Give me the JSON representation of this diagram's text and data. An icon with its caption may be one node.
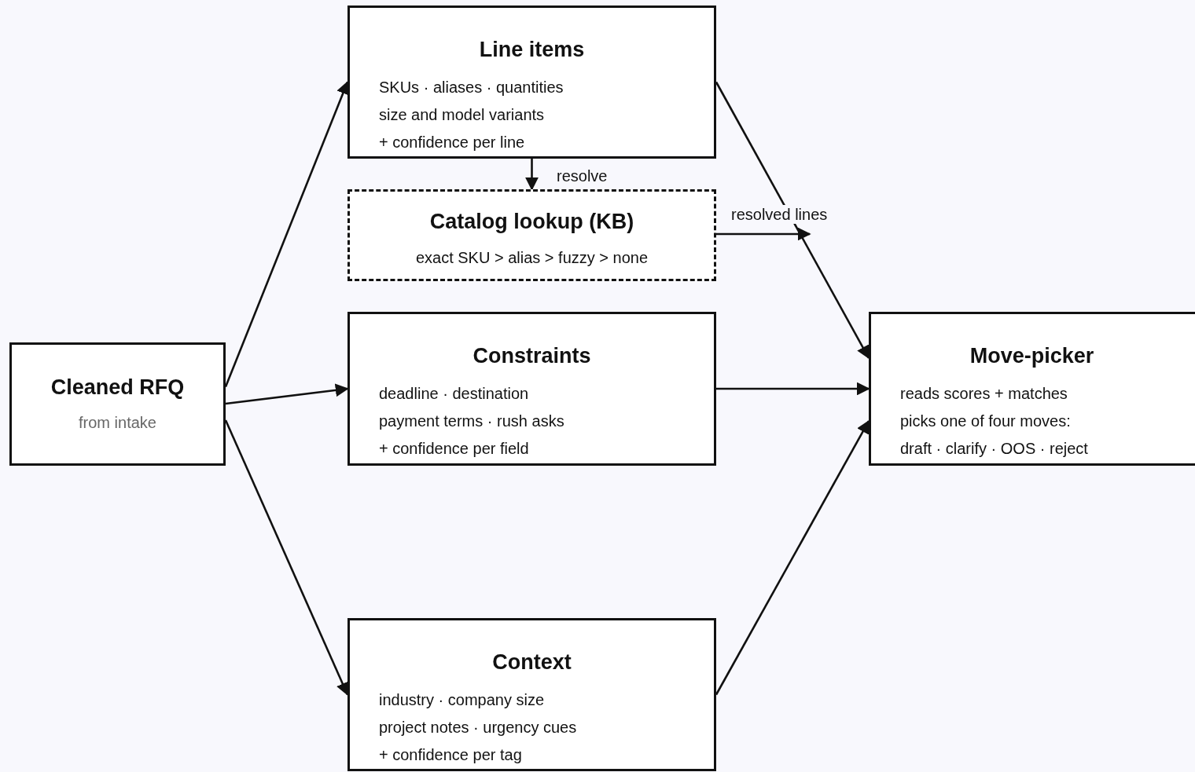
{
  "diagram": {
    "nodes": [
      {
        "text": [
          "Cleaned RFQ",
          "from intake"
        ]
      },
      {
        "text": [
          "Line items",
          "SKUs · aliases · quantities",
          "size and model variants",
          "+ confidence per line"
        ]
      },
      {
        "text": [
          "Catalog lookup (KB)",
          "exact SKU > alias > fuzzy > none"
        ]
      },
      {
        "text": [
          "Constraints",
          "deadline · destination",
          "payment terms · rush asks",
          "+ confidence per field"
        ]
      },
      {
        "text": [
          "Context",
          "industry · company size",
          "project notes · urgency cues",
          "+ confidence per tag"
        ]
      },
      {
        "text": [
          "Move-picker",
          "reads scores + matches",
          "picks one of four moves:",
          "draft · clarify · OOS · reject"
        ]
      }
    ],
    "edges": [
      {
        "from": 0,
        "to": 1,
        "arrow": "to"
      },
      {
        "from": 0,
        "to": 3,
        "arrow": "to"
      },
      {
        "from": 0,
        "to": 4,
        "arrow": "to"
      },
      {
        "from": 1,
        "to": 2,
        "arrow": "to",
        "label": "resolve"
      },
      {
        "from": 2,
        "to": null,
        "arrow": "to",
        "label": "resolved lines"
      },
      {
        "from": 1,
        "to": 5,
        "arrow": "to"
      },
      {
        "from": 3,
        "to": 5,
        "arrow": "to"
      },
      {
        "from": 4,
        "to": 5,
        "arrow": "to"
      }
    ]
  }
}
